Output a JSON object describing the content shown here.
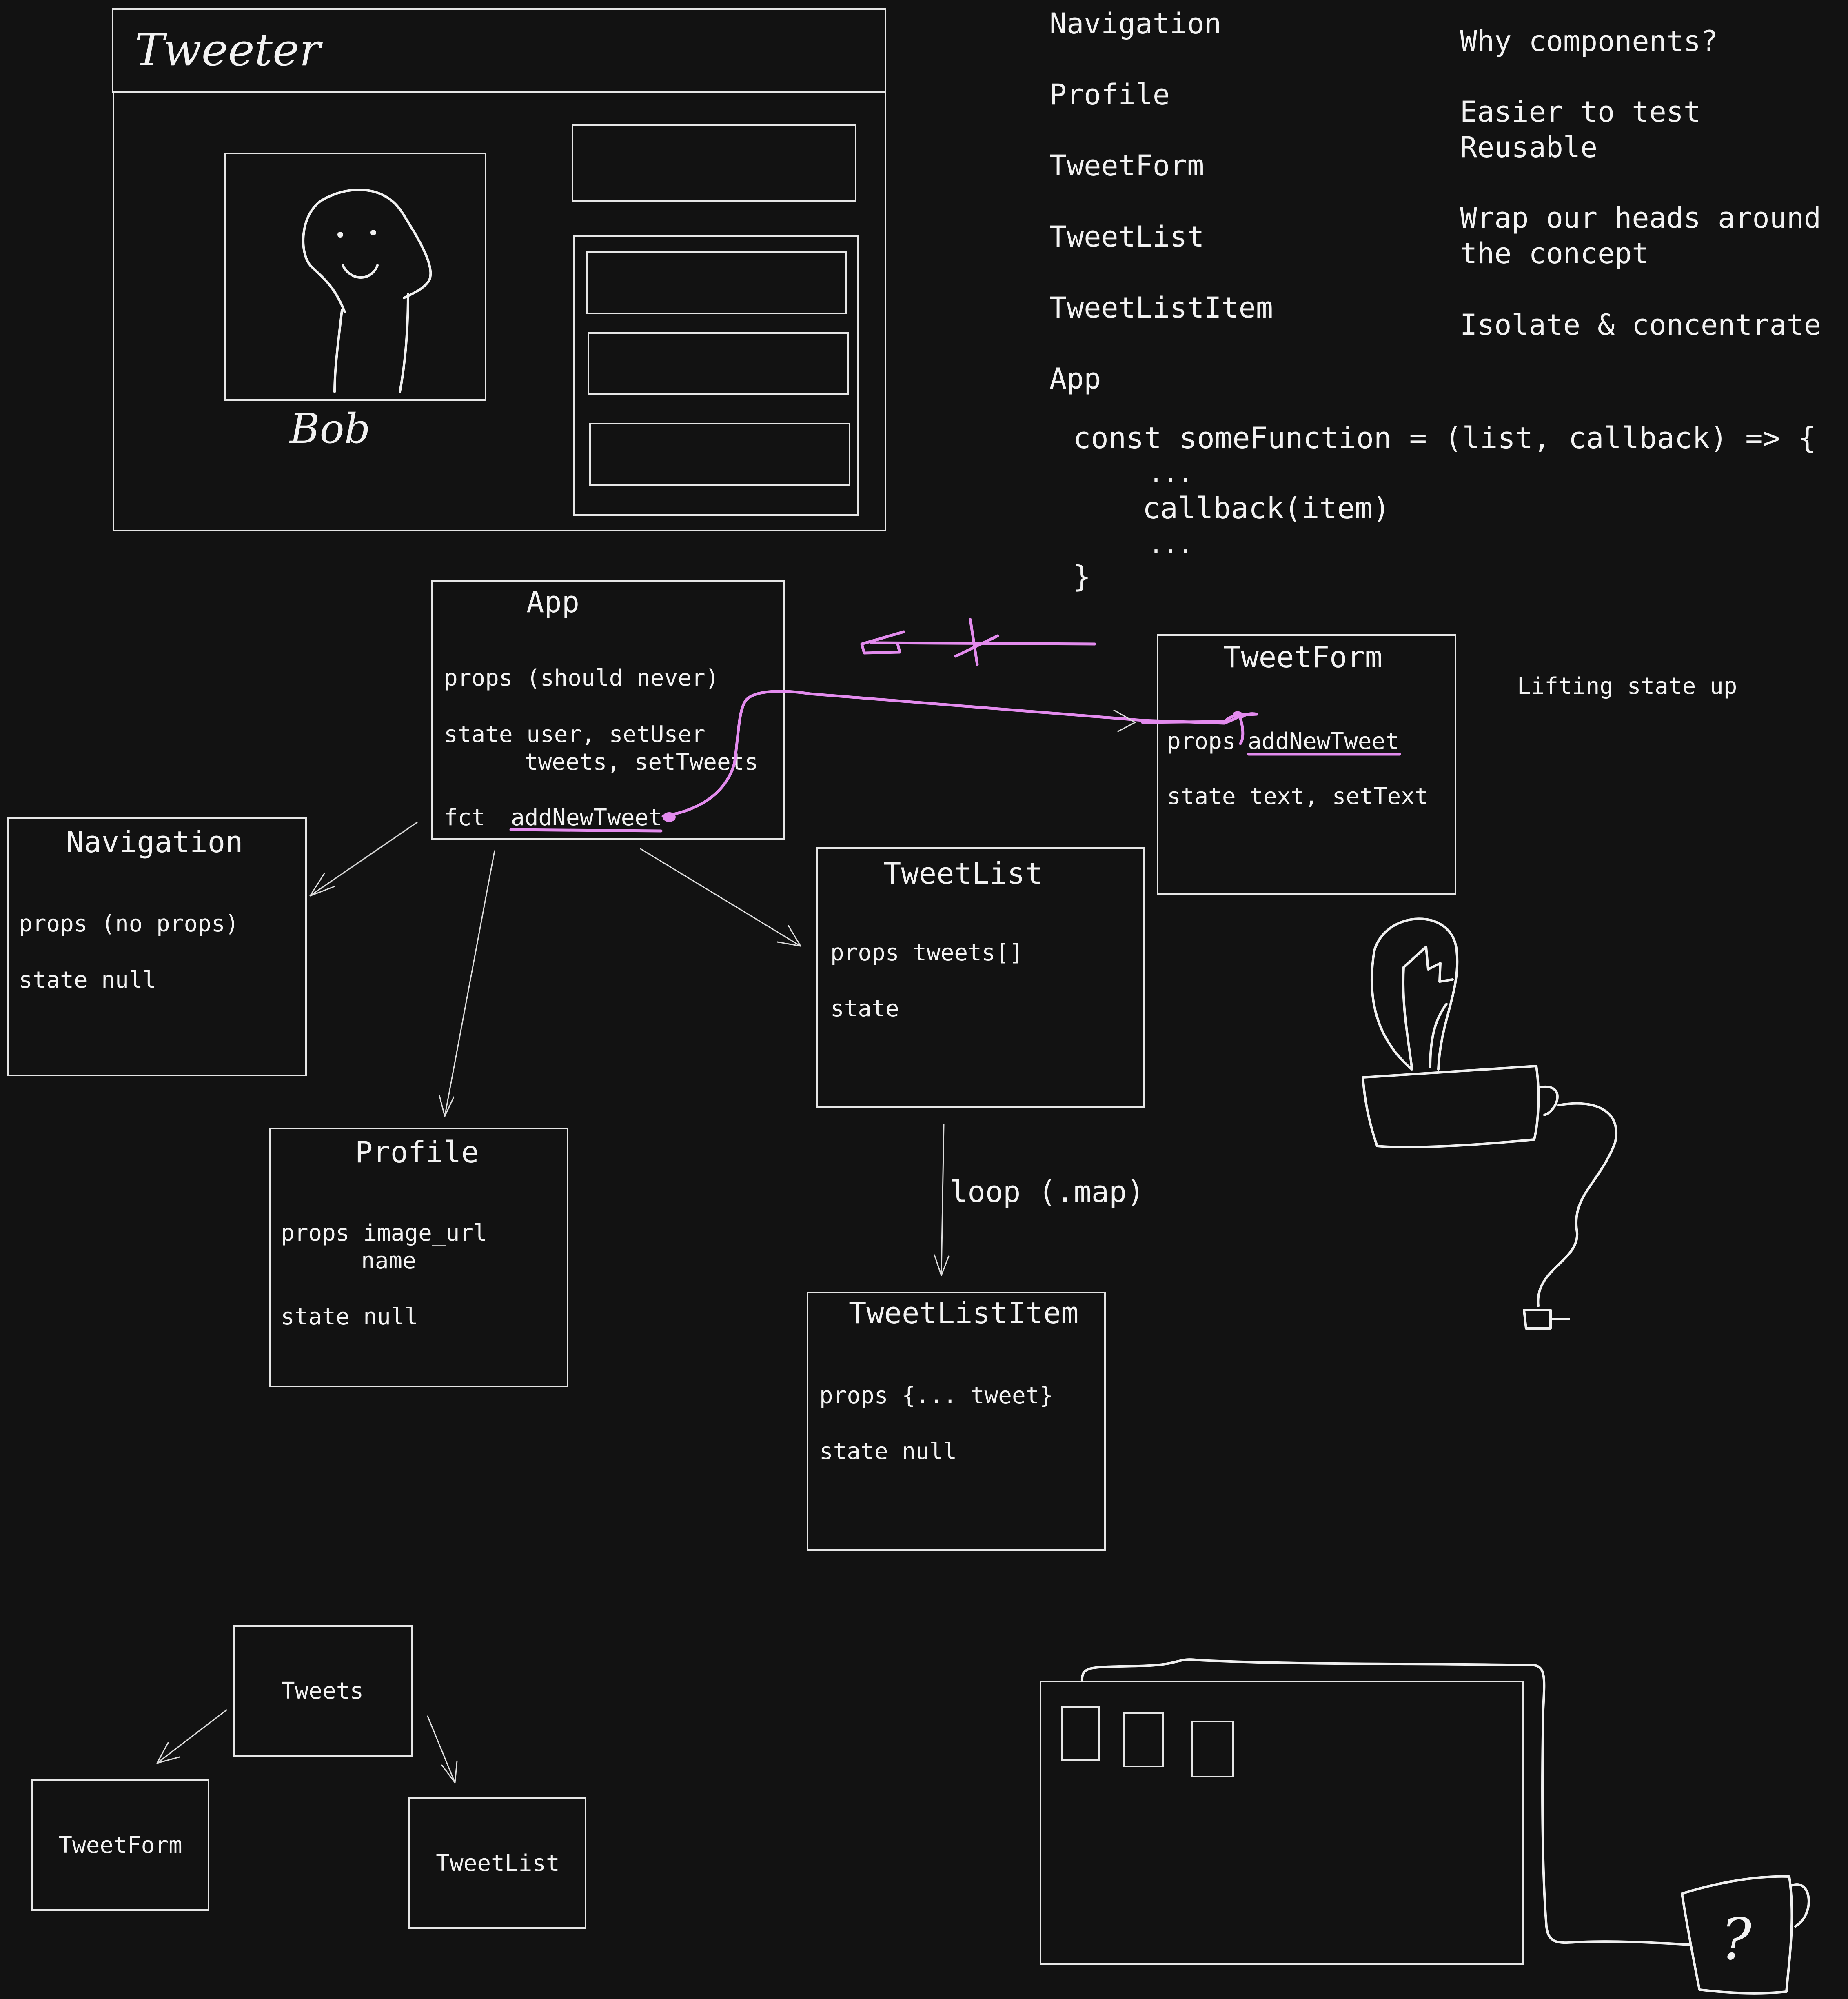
{
  "colors": {
    "background": "#121212",
    "ink": "#f0f0f0",
    "highlight": "#e38bee"
  },
  "wireframe": {
    "title": "Tweeter",
    "profile_caption": "Bob"
  },
  "component_list": [
    "Navigation",
    "Profile",
    "TweetForm",
    "TweetList",
    "TweetListItem",
    "App"
  ],
  "why": {
    "heading": "Why components?",
    "line1": "Easier to test",
    "line2": "Reusable",
    "line3": "Wrap our heads around",
    "line4": "the concept",
    "line5": "Isolate & concentrate"
  },
  "code": {
    "line1": "const someFunction = (list, callback) => {",
    "line2": "...",
    "line3": "callback(item)",
    "line4": "...",
    "line5": "}"
  },
  "app": {
    "title": "App",
    "props": "props (should never)",
    "state1": "state user, setUser",
    "state2": "tweets, setTweets",
    "fct_label": "fct",
    "fct_value": "addNewTweet"
  },
  "tweetform": {
    "title": "TweetForm",
    "props_label": "props",
    "props_value": "addNewTweet",
    "state": "state text, setText"
  },
  "lifting": "Lifting state up",
  "navigation": {
    "title": "Navigation",
    "props": "props (no props)",
    "state": "state  null"
  },
  "tweetlist": {
    "title": "TweetList",
    "props": "props tweets[]",
    "state": "state"
  },
  "profile": {
    "title": "Profile",
    "props1": "props image_url",
    "props2": "name",
    "state": "state null"
  },
  "loop_label": "loop (.map)",
  "tweetlistitem": {
    "title": "TweetListItem",
    "props": "props {... tweet}",
    "state": "state null"
  },
  "mini_tree": {
    "parent": "Tweets",
    "left": "TweetForm",
    "right": "TweetList"
  },
  "mug_mark": "?"
}
